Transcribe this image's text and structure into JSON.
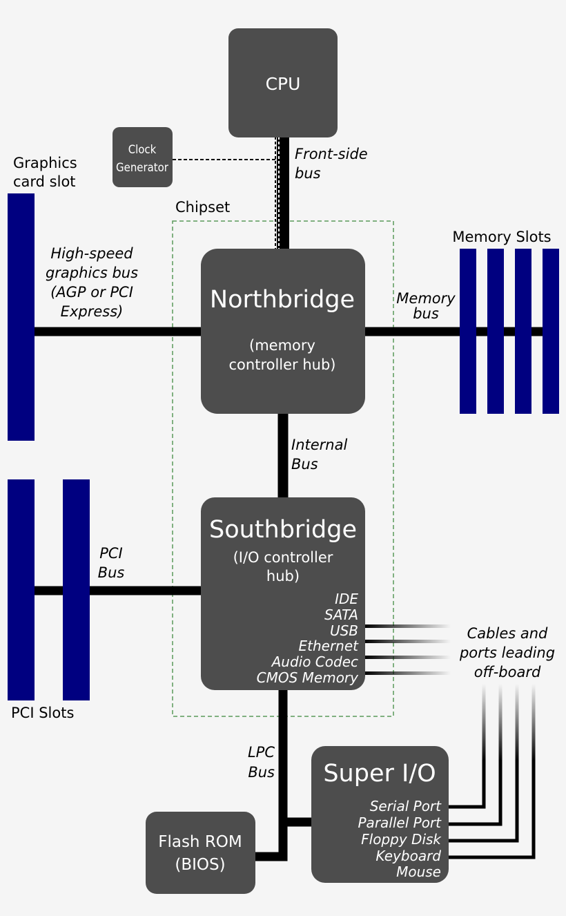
{
  "colors": {
    "background": "#f5f5f5",
    "chip": "#4d4d4d",
    "slot": "#000080",
    "bus": "#000000",
    "chipset_border": "#5a9a5a"
  },
  "cpu": {
    "label": "CPU"
  },
  "clock_generator": {
    "line1": "Clock",
    "line2": "Generator"
  },
  "front_side_bus": {
    "line1": "Front-side",
    "line2": "bus"
  },
  "graphics_slot": {
    "line1": "Graphics",
    "line2": "card slot"
  },
  "graphics_bus": {
    "line1": "High-speed",
    "line2": "graphics bus",
    "line3": "(AGP or PCI",
    "line4": "Express)"
  },
  "chipset": {
    "label": "Chipset"
  },
  "memory_slots": {
    "label": "Memory Slots"
  },
  "memory_bus": {
    "line1": "Memory",
    "line2": "bus"
  },
  "northbridge": {
    "title": "Northbridge",
    "sub1": "(memory",
    "sub2": "controller hub)"
  },
  "internal_bus": {
    "line1": "Internal",
    "line2": "Bus"
  },
  "southbridge": {
    "title": "Southbridge",
    "sub1": "(I/O controller",
    "sub2": "hub)",
    "ports": [
      "IDE",
      "SATA",
      "USB",
      "Ethernet",
      "Audio Codec",
      "CMOS Memory"
    ]
  },
  "pci_bus": {
    "line1": "PCI",
    "line2": "Bus"
  },
  "pci_slots": {
    "label": "PCI Slots"
  },
  "cables": {
    "line1": "Cables and",
    "line2": "ports leading",
    "line3": "off-board"
  },
  "lpc_bus": {
    "line1": "LPC",
    "line2": "Bus"
  },
  "super_io": {
    "title": "Super I/O",
    "ports": [
      "Serial Port",
      "Parallel Port",
      "Floppy Disk",
      "Keyboard",
      "Mouse"
    ]
  },
  "flash_rom": {
    "line1": "Flash ROM",
    "line2": "(BIOS)"
  }
}
